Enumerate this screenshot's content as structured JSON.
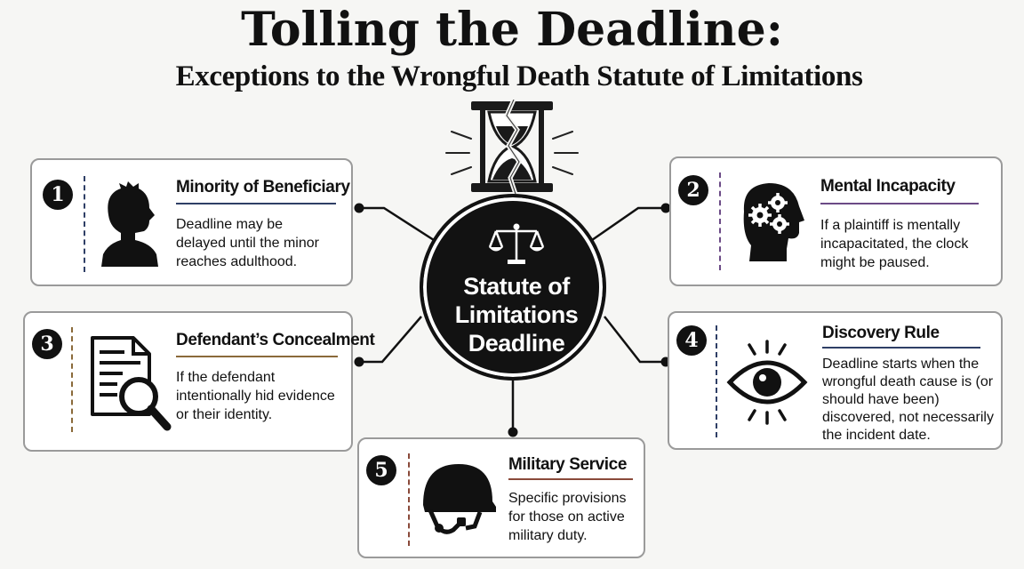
{
  "title": "Tolling the Deadline:",
  "subtitle": "Exceptions to the Wrongful Death Statute of Limitations",
  "center": {
    "lines": [
      "Statute of",
      "Limitations",
      "Deadline"
    ],
    "icon": "scales-of-justice-icon"
  },
  "top_icon": "broken-hourglass-icon",
  "cards": [
    {
      "number": "1",
      "title": "Minority of Beneficiary",
      "description": "Deadline may be delayed until the minor reaches adulthood.",
      "icon": "child-silhouette-icon",
      "accent": "#2f3f66"
    },
    {
      "number": "2",
      "title": "Mental Incapacity",
      "description": "If a plaintiff is mentally incapacitated, the clock might be paused.",
      "icon": "head-gears-icon",
      "accent": "#6b4a86"
    },
    {
      "number": "3",
      "title": "Defendant’s Concealment",
      "description": "If the defendant intentionally hid evidence or their identity.",
      "icon": "document-magnifier-icon",
      "accent": "#8a6a3a"
    },
    {
      "number": "4",
      "title": "Discovery Rule",
      "description": "Deadline starts when the wrongful death cause is (or should have been) discovered, not necessarily the incident date.",
      "icon": "eye-icon",
      "accent": "#2f3f66"
    },
    {
      "number": "5",
      "title": "Military Service",
      "description": "Specific provisions for those on active military duty.",
      "icon": "military-helmet-icon",
      "accent": "#8a4a3a"
    }
  ]
}
